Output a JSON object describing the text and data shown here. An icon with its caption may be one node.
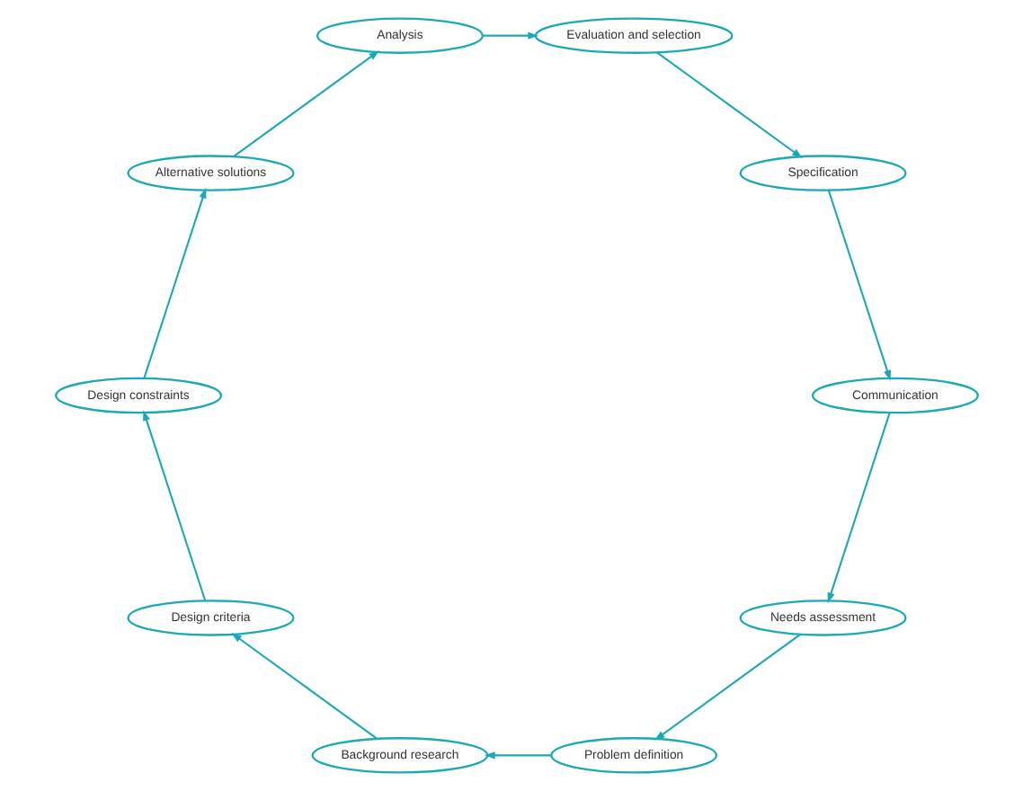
{
  "diagram": {
    "nodes": [
      {
        "text": [
          "Needs assessment"
        ]
      },
      {
        "text": [
          "Problem definition"
        ]
      },
      {
        "text": [
          "Background research"
        ]
      },
      {
        "text": [
          "Design criteria"
        ]
      },
      {
        "text": [
          "Design constraints"
        ]
      },
      {
        "text": [
          "Alternative solutions"
        ]
      },
      {
        "text": [
          "Analysis"
        ]
      },
      {
        "text": [
          "Evaluation and selection"
        ]
      },
      {
        "text": [
          "Specification"
        ]
      },
      {
        "text": [
          "Communication"
        ]
      }
    ],
    "edges": [
      {
        "from": 0,
        "to": 1,
        "arrow": "to"
      },
      {
        "from": 1,
        "to": 2,
        "arrow": "to"
      },
      {
        "from": 2,
        "to": 3,
        "arrow": "to"
      },
      {
        "from": 3,
        "to": 4,
        "arrow": "to"
      },
      {
        "from": 4,
        "to": 5,
        "arrow": "to"
      },
      {
        "from": 5,
        "to": 6,
        "arrow": "to"
      },
      {
        "from": 6,
        "to": 7,
        "arrow": "to"
      },
      {
        "from": 7,
        "to": 8,
        "arrow": "to"
      },
      {
        "from": 8,
        "to": 9,
        "arrow": "to"
      },
      {
        "from": 9,
        "to": 0,
        "arrow": "to"
      }
    ]
  }
}
